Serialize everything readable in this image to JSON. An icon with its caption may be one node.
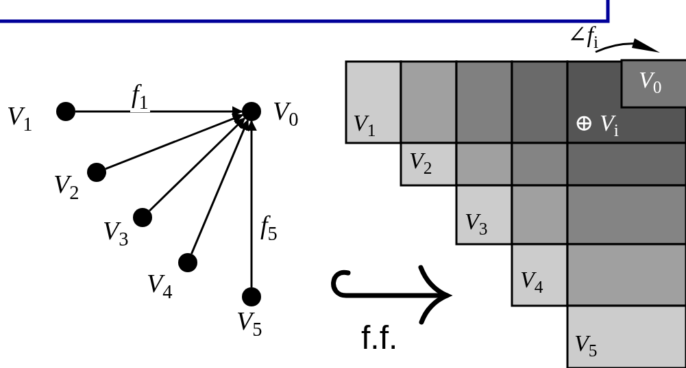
{
  "diagram": {
    "nodes": [
      {
        "text": [],
        "shape": "circle",
        "beside": [
          "*V*$_{1}$"
        ]
      },
      {
        "text": [],
        "shape": "circle",
        "beside": [
          "*V*$_{0}$"
        ]
      },
      {
        "text": [],
        "shape": "circle",
        "beside": [
          "*V*$_{2}$"
        ]
      },
      {
        "text": [],
        "shape": "circle",
        "beside": [
          "*V*$_{3}$"
        ]
      },
      {
        "text": [],
        "shape": "circle",
        "beside": [
          "*V*$_{4}$"
        ]
      },
      {
        "text": [],
        "shape": "circle",
        "beside": [
          "*V*$_{5}$"
        ]
      }
    ],
    "edges": [
      {
        "from": 0,
        "to": 1,
        "arrow": "to",
        "label": "*f*$_{1}$"
      },
      {
        "from": 2,
        "to": 1,
        "arrow": "to"
      },
      {
        "from": 3,
        "to": 1,
        "arrow": "to"
      },
      {
        "from": 4,
        "to": 1,
        "arrow": "to"
      },
      {
        "from": 5,
        "to": 1,
        "arrow": "to",
        "label": "*f*$_{5}$"
      }
    ],
    "labels": [
      "∠*f*$_{i}$",
      "*V*$_{0}$",
      "*V*$_{1}$",
      "⊕ *V*$_{i}$",
      "*V*$_{2}$",
      "*V*$_{3}$",
      "*V*$_{4}$",
      "*V*$_{5}$",
      "f.f."
    ]
  }
}
